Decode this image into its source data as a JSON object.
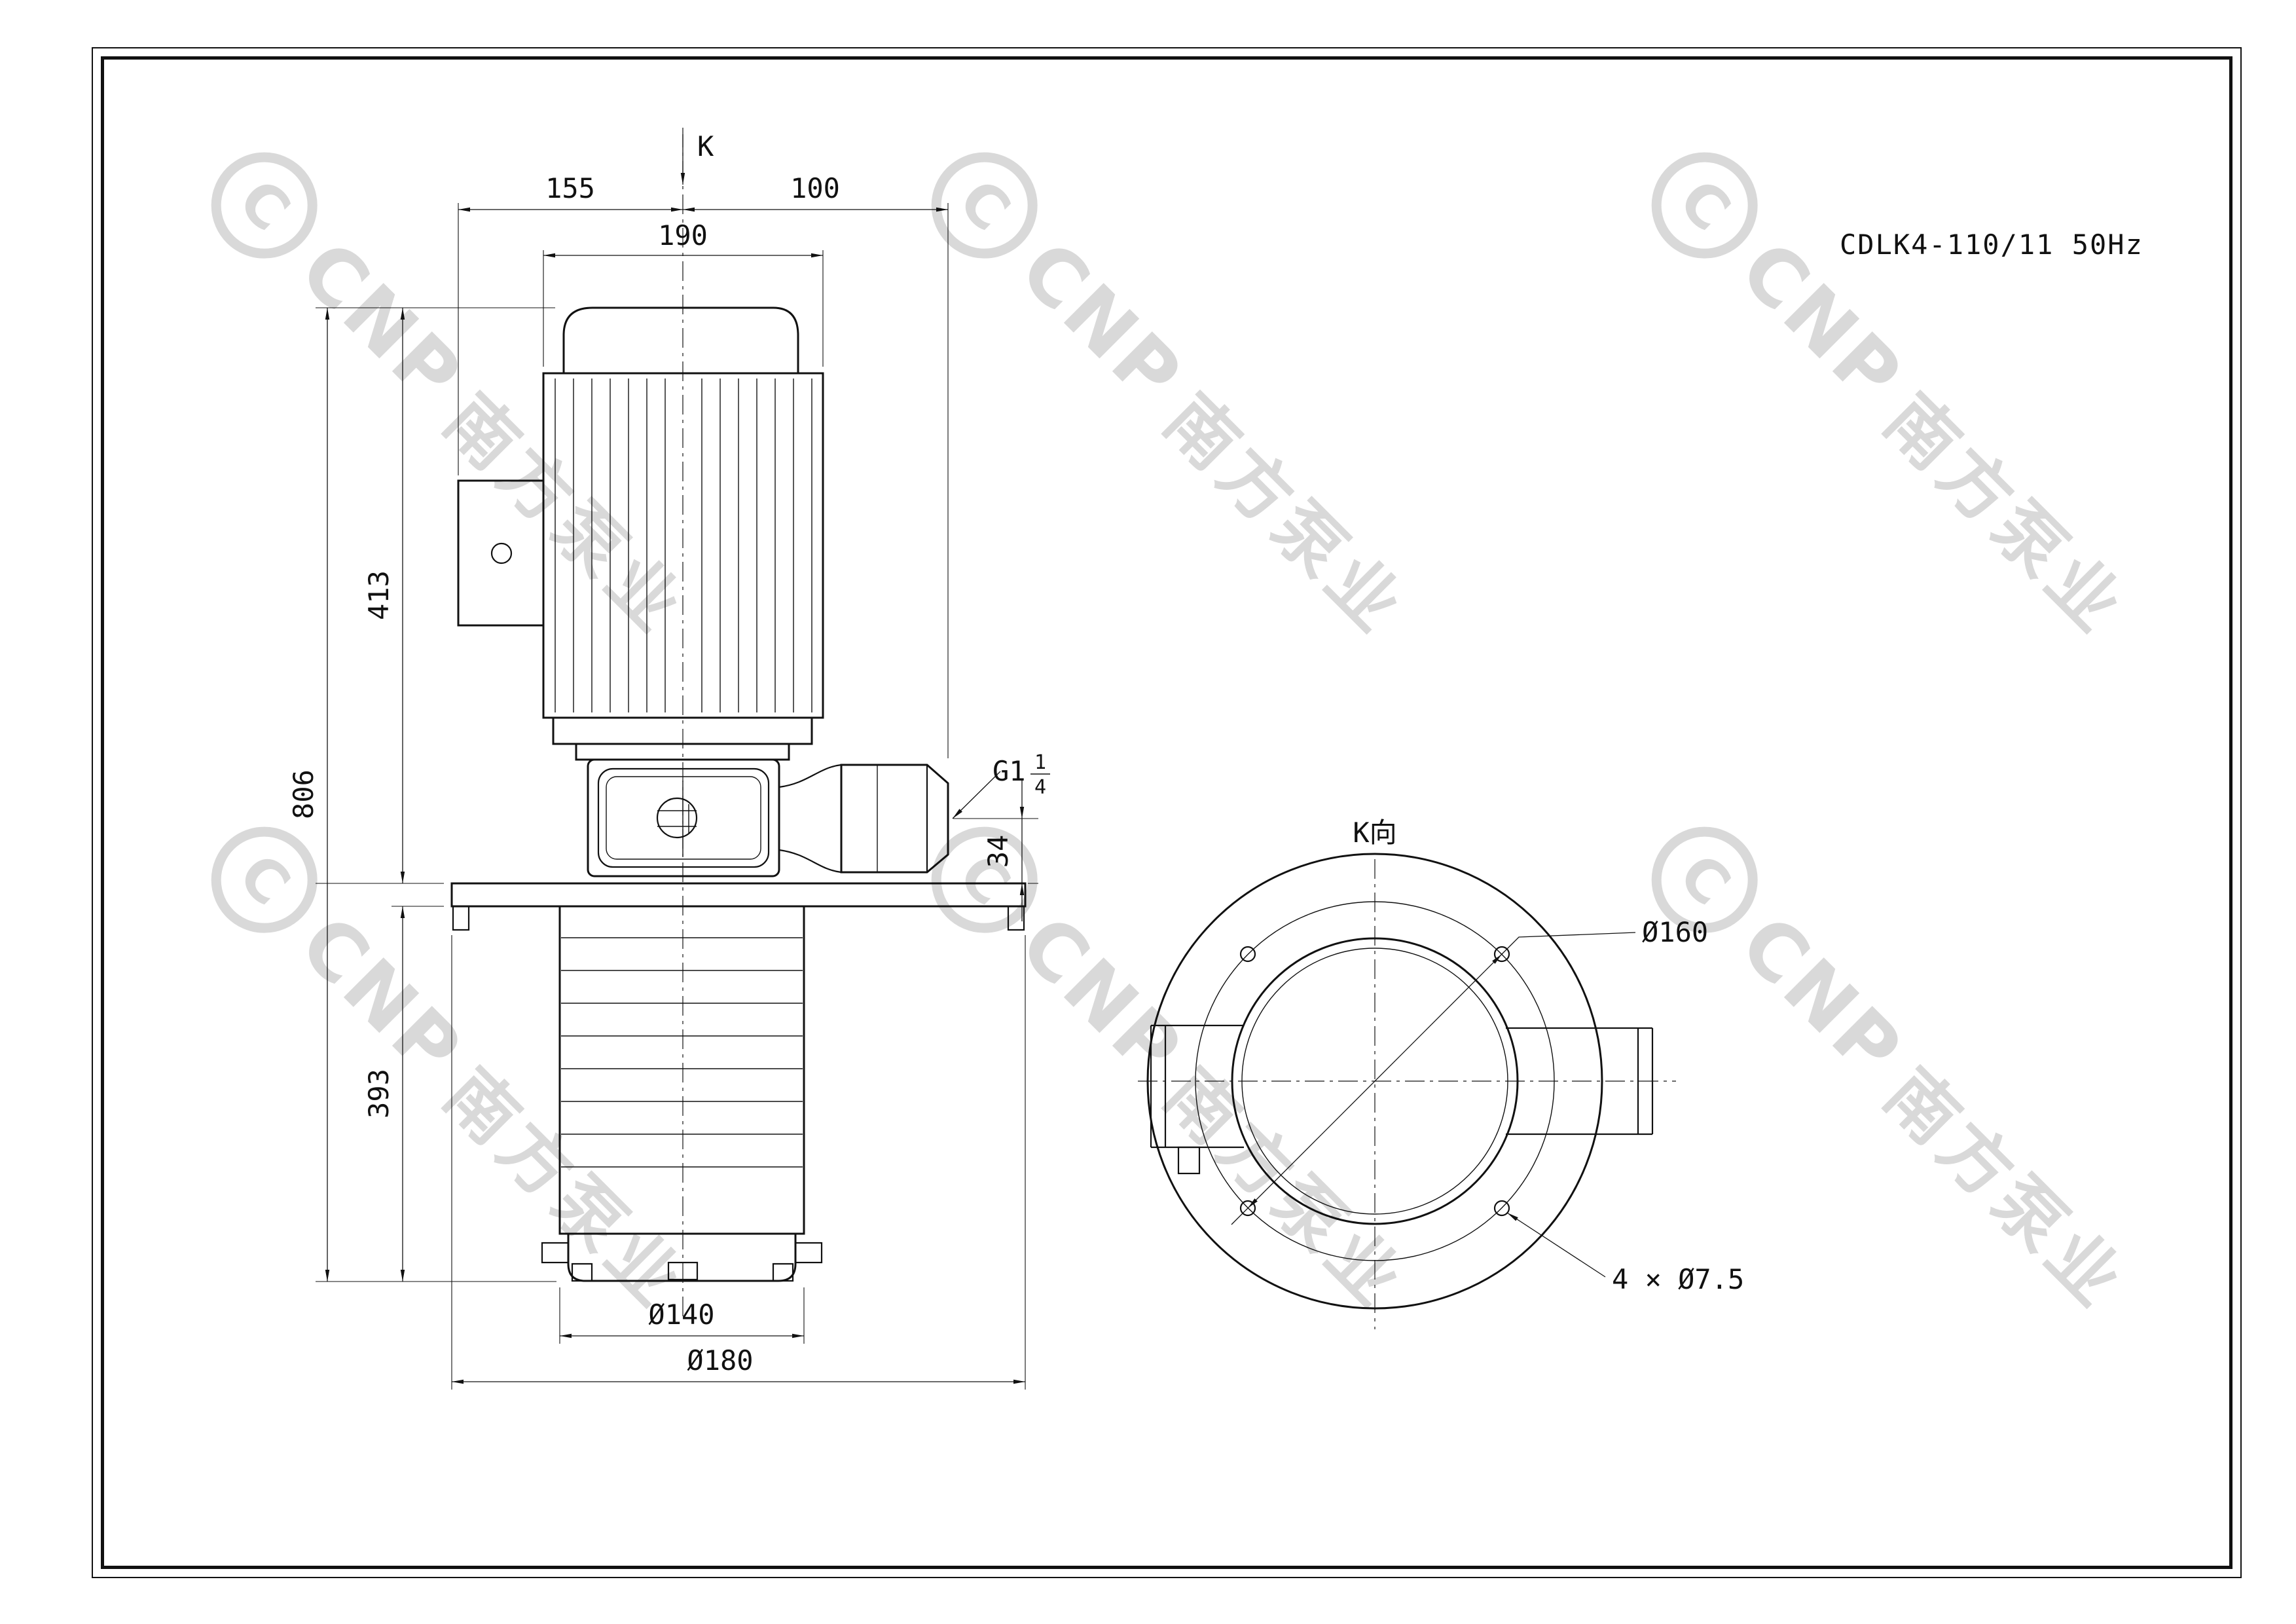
{
  "drawing": {
    "title": "CDLK4-110/11 50Hz",
    "view_label": "K向",
    "section_arrow": "K",
    "dimensions": {
      "width_left": "155",
      "width_right": "100",
      "motor_width": "190",
      "upper_height": "413",
      "total_height": "806",
      "lower_height": "393",
      "port_offset": "34",
      "barrel_dia": "Ø140",
      "base_dia": "Ø180",
      "bolt_circle_dia": "Ø160",
      "bolt_holes": "4 × Ø7.5"
    },
    "thread": {
      "prefix": "G1",
      "num": "1",
      "den": "4"
    }
  },
  "watermark": {
    "logo": "C",
    "brand": "CNP",
    "cn": "南方泵业"
  }
}
